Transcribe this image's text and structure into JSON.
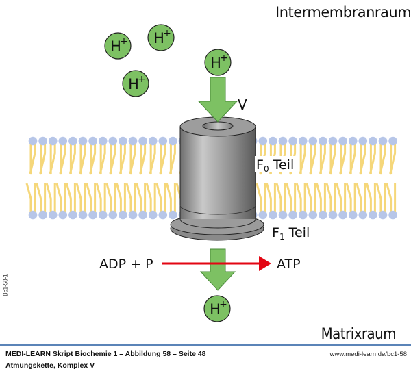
{
  "labels": {
    "intermembrane": "Intermembranraum",
    "matrix": "Matrixraum",
    "v_label": "V",
    "f0_main": "F",
    "f0_sub": "0",
    "f0_suffix": " Teil",
    "f1_main": "F",
    "f1_sub": "1",
    "f1_suffix": " Teil",
    "adp": "ADP + P",
    "atp": "ATP",
    "proton_main": "H",
    "proton_sup": "+"
  },
  "protons": [
    {
      "id": "proton-1",
      "label": "H+"
    },
    {
      "id": "proton-2",
      "label": "H+"
    },
    {
      "id": "proton-3",
      "label": "H+"
    },
    {
      "id": "proton-entry",
      "label": "H+"
    },
    {
      "id": "proton-exit",
      "label": "H+"
    }
  ],
  "colors": {
    "proton_fill": "#7dc163",
    "arrow_green": "#7dc163",
    "reaction_arrow": "#e30613",
    "lipid_head": "#b7c6e8",
    "lipid_tail": "#f5d77a",
    "footer_line": "#5b84b8",
    "cylinder": "#9a9a9a"
  },
  "footer": {
    "title": "MEDI-LEARN Skript Biochemie 1 – Abbildung 58 – Seite 48",
    "subtitle": "Atmungskette, Komplex V",
    "url": "www.medi-learn.de/bc1-58",
    "side_code": "Bc1-58-1"
  }
}
